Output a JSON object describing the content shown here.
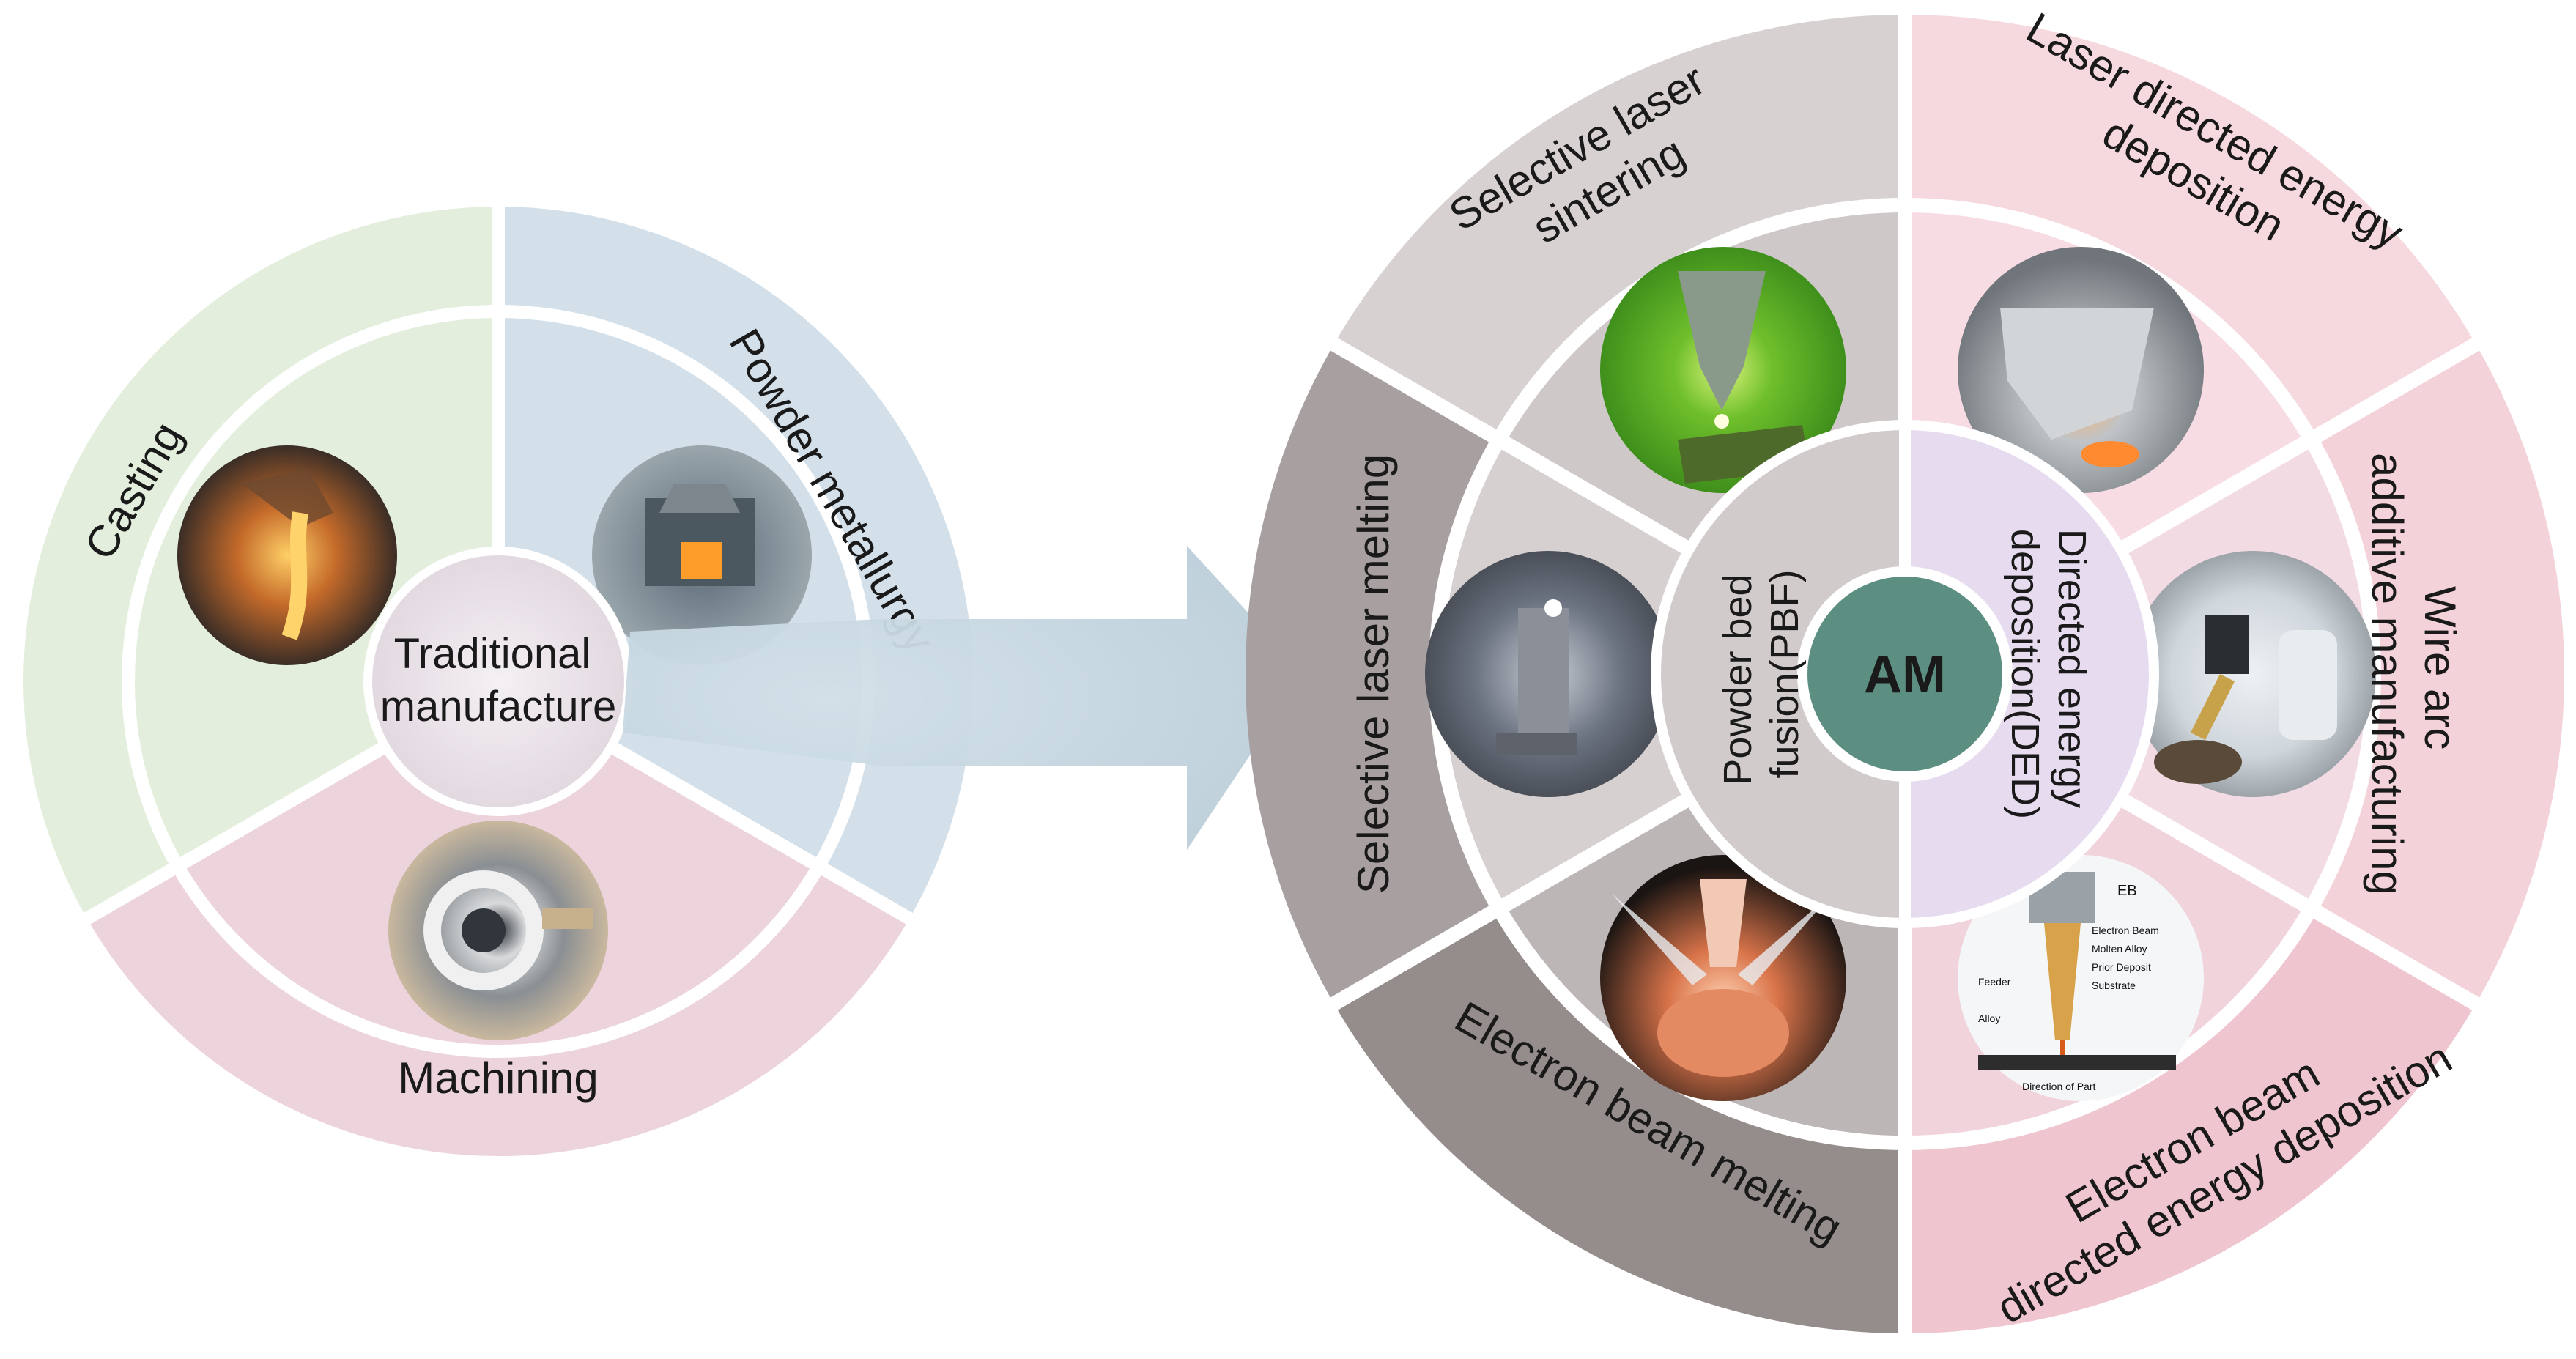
{
  "traditional": {
    "center_label": [
      "Traditional",
      "manufacture"
    ],
    "segments": [
      {
        "label": [
          "Casting"
        ],
        "photo": "molten-metal-pouring-photo",
        "color": "#e3efdc"
      },
      {
        "label": [
          "Powder metallurgy"
        ],
        "photo": "sintering-furnace-photo",
        "color": "#d3e0ea"
      },
      {
        "label": [
          "Machining"
        ],
        "photo": "lathe-machining-photo",
        "color": "#ecd3dc"
      }
    ]
  },
  "arrow": {
    "icon": "right-arrow-icon",
    "color": "#c5d6e0"
  },
  "am": {
    "center_label": "AM",
    "center_color": "#5c8f82",
    "pbf": {
      "label": [
        "Powder bed",
        "fusion(PBF)"
      ],
      "color": "#9c9494",
      "processes": [
        {
          "label": [
            "Selective laser",
            "sintering"
          ],
          "photo": "laser-sintering-nozzle-photo"
        },
        {
          "label": [
            "Selective laser melting"
          ],
          "photo": "laser-melted-part-photo"
        },
        {
          "label": [
            "Electron beam melting"
          ],
          "photo": "electron-beam-melt-photo"
        }
      ]
    },
    "ded": {
      "label": [
        "Directed energy",
        "deposition(DED)"
      ],
      "color": "#efc6d0",
      "processes": [
        {
          "label": [
            "Laser directed energy",
            "deposition"
          ],
          "photo": "laser-deposition-head-photo"
        },
        {
          "label": [
            "Wire arc",
            "additive manufacturing"
          ],
          "photo": "wire-arc-torch-photo"
        },
        {
          "label": [
            "Electron beam",
            "directed energy deposition"
          ],
          "photo": "electron-beam-deposition-schematic",
          "schematic_labels": [
            "EB",
            "Electron Beam",
            "Molten Alloy",
            "Prior Deposit",
            "Substrate",
            "Feeder",
            "Alloy",
            "Direction of Part"
          ]
        }
      ]
    }
  }
}
